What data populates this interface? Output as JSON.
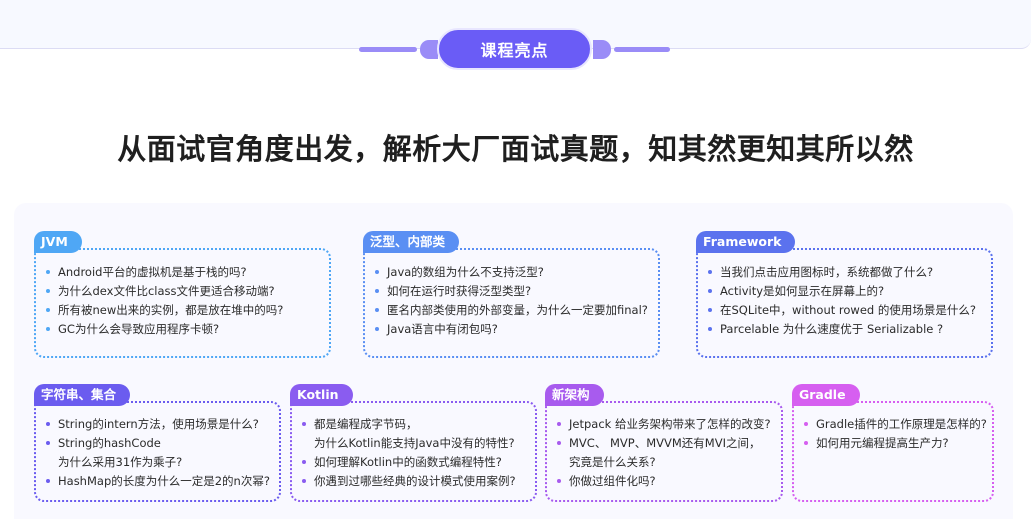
{
  "section": {
    "badge_label": "课程亮点",
    "headline": "从面试官角度出发，解析大厂面试真题，知其然更知其所以然"
  },
  "colors": {
    "badge": "#6a5cf6",
    "deco": "#9a8cf7",
    "jvm": "#4fa7f5",
    "generics": "#5a8ff3",
    "framework": "#5b72ee",
    "strings": "#6b5cef",
    "kotlin": "#8a5cf0",
    "arch": "#a85bee",
    "gradle": "#d65ff0"
  },
  "cards": [
    {
      "title": "JVM",
      "items": [
        [
          "Android平台的虚拟机是基于栈的吗?"
        ],
        [
          "为什么dex文件比class文件更适合移动端?"
        ],
        [
          "所有被new出来的实例，都是放在堆中的吗?"
        ],
        [
          "GC为什么会导致应用程序卡顿?"
        ]
      ]
    },
    {
      "title": "泛型、内部类",
      "items": [
        [
          "Java的数组为什么不支持泛型?"
        ],
        [
          "如何在运行时获得泛型类型?"
        ],
        [
          "匿名内部类使用的外部变量，为什么一定要加final?"
        ],
        [
          "Java语言中有闭包吗?"
        ]
      ]
    },
    {
      "title": "Framework",
      "items": [
        [
          "当我们点击应用图标时，系统都做了什么?"
        ],
        [
          "Activity是如何显示在屏幕上的?"
        ],
        [
          "在SQLite中，without rowed 的使用场景是什么?"
        ],
        [
          "Parcelable 为什么速度优于 Serializable ?"
        ]
      ]
    },
    {
      "title": "字符串、集合",
      "items": [
        [
          "String的intern方法，使用场景是什么?"
        ],
        [
          "String的hashCode",
          "为什么采用31作为乘子?"
        ],
        [
          "HashMap的长度为什么一定是2的n次幂?"
        ]
      ]
    },
    {
      "title": "Kotlin",
      "items": [
        [
          "都是编程成字节码，",
          "为什么Kotlin能支持Java中没有的特性?"
        ],
        [
          "如何理解Kotlin中的函数式编程特性?"
        ],
        [
          "你遇到过哪些经典的设计模式使用案例?"
        ]
      ]
    },
    {
      "title": "新架构",
      "items": [
        [
          "Jetpack 给业务架构带来了怎样的改变?"
        ],
        [
          "MVC、 MVP、MVVM还有MVI之间，",
          "究竟是什么关系?"
        ],
        [
          "你做过组件化吗?"
        ]
      ]
    },
    {
      "title": "Gradle",
      "items": [
        [
          "Gradle插件的工作原理是怎样的?"
        ],
        [
          "如何用元编程提高生产力?"
        ]
      ]
    }
  ]
}
